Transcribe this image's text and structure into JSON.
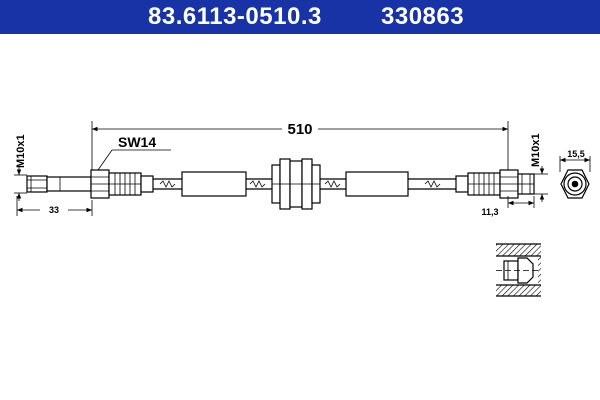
{
  "header": {
    "part_number": "83.6113-0510.3",
    "ref_number": "330863",
    "background_color": "#1733a6",
    "text_color": "#ffffff"
  },
  "dimensions": {
    "overall_length": "510",
    "thread_left": "M10x1",
    "thread_right": "M10x1",
    "wrench_size": "SW14",
    "fitting_length_left": "33",
    "fitting_length_right": "11,3",
    "end_diameter": "15,5"
  }
}
